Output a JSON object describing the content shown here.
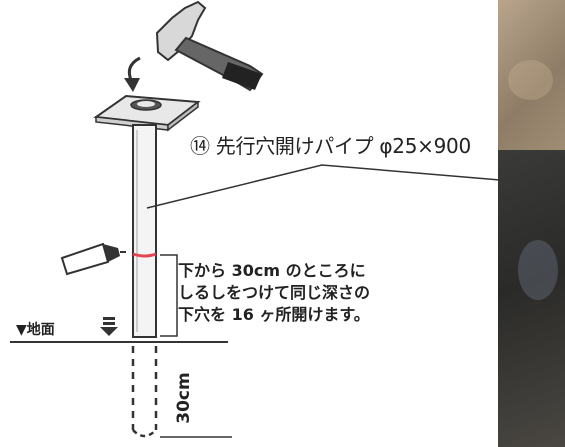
{
  "labels": {
    "pipe_title": "⑭ 先行穴開けパイプ φ25×900",
    "ground": "▼地面",
    "depth": "30cm",
    "note_lines": [
      "下から 30cm のところに",
      "しるしをつけて同じ深さの",
      "下穴を 16 ヶ所開けます。"
    ]
  },
  "colors": {
    "mark": "#e8434f",
    "ink": "#222222"
  },
  "icons": [
    "hammer-icon",
    "marker-pen-icon",
    "curved-arrow-icon",
    "down-arrow-icon"
  ]
}
